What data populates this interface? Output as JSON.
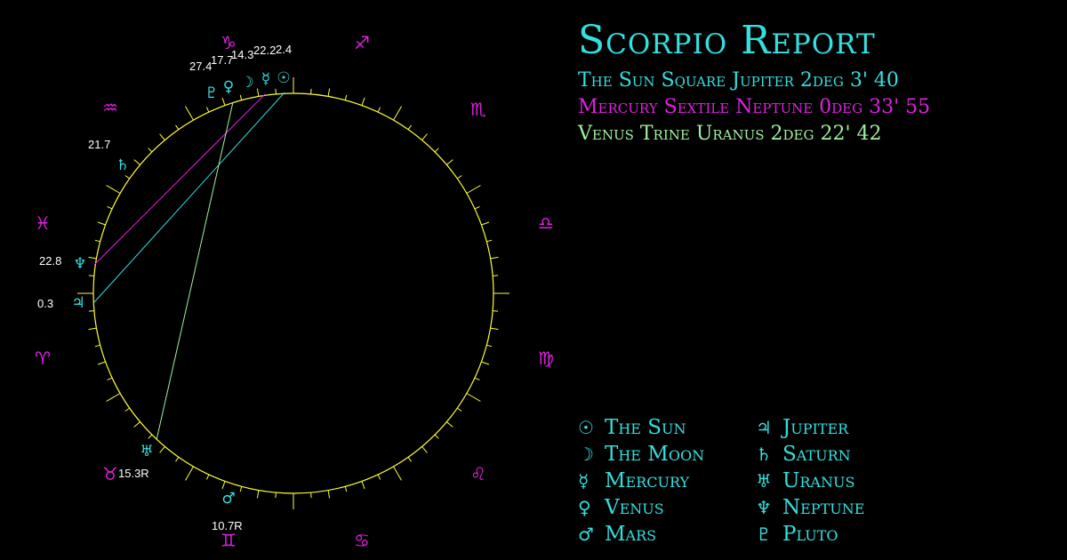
{
  "title": "Scorpio Report",
  "aspects": [
    {
      "text": "The Sun Square Jupiter 2deg 3' 40",
      "color": "#33e0e0"
    },
    {
      "text": "Mercury Sextile Neptune 0deg 33' 55",
      "color": "#e020e0"
    },
    {
      "text": "Venus Trine Uranus 2deg 22' 42",
      "color": "#a0f0a0"
    }
  ],
  "legend": [
    {
      "glyph": "☉",
      "label": "The Sun"
    },
    {
      "glyph": "☽",
      "label": "The Moon"
    },
    {
      "glyph": "☿",
      "label": "Mercury"
    },
    {
      "glyph": "♀",
      "label": "Venus"
    },
    {
      "glyph": "♂",
      "label": "Mars"
    },
    {
      "glyph": "♃",
      "label": "Jupiter"
    },
    {
      "glyph": "♄",
      "label": "Saturn"
    },
    {
      "glyph": "♅",
      "label": "Uranus"
    },
    {
      "glyph": "♆",
      "label": "Neptune"
    },
    {
      "glyph": "♇",
      "label": "Pluto"
    }
  ],
  "zodiac": [
    {
      "glyph": "♑",
      "name": "capricorn"
    },
    {
      "glyph": "♐",
      "name": "sagittarius"
    },
    {
      "glyph": "♏",
      "name": "scorpio"
    },
    {
      "glyph": "♎",
      "name": "libra"
    },
    {
      "glyph": "♍",
      "name": "virgo"
    },
    {
      "glyph": "♌",
      "name": "leo"
    },
    {
      "glyph": "♋",
      "name": "cancer"
    },
    {
      "glyph": "♊",
      "name": "gemini"
    },
    {
      "glyph": "♉",
      "name": "taurus"
    },
    {
      "glyph": "♈",
      "name": "aries"
    },
    {
      "glyph": "♓",
      "name": "pisces"
    },
    {
      "glyph": "♒",
      "name": "aquarius"
    }
  ],
  "planets": [
    {
      "name": "sun",
      "glyph": "☉",
      "degree": "2.4"
    },
    {
      "name": "mercury",
      "glyph": "☿",
      "degree": "22.2"
    },
    {
      "name": "moon",
      "glyph": "☽",
      "degree": "14.3"
    },
    {
      "name": "venus",
      "glyph": "♀",
      "degree": "17.7"
    },
    {
      "name": "pluto",
      "glyph": "♇",
      "degree": "27.4"
    },
    {
      "name": "saturn",
      "glyph": "♄",
      "degree": "21.7"
    },
    {
      "name": "neptune",
      "glyph": "♆",
      "degree": "22.8"
    },
    {
      "name": "jupiter",
      "glyph": "♃",
      "degree": "0.3"
    },
    {
      "name": "uranus",
      "glyph": "♅",
      "degree": "15.3R"
    },
    {
      "name": "mars",
      "glyph": "♂",
      "degree": "10.7R"
    }
  ],
  "colors": {
    "background": "#000000",
    "wheel": "#ffff33",
    "planet": "#33e0e0",
    "zodiac": "#e020e0",
    "degree_label": "#ffffff",
    "aspect_square": "#33e0e0",
    "aspect_sextile": "#e020e0",
    "aspect_trine": "#a0f0a0"
  }
}
